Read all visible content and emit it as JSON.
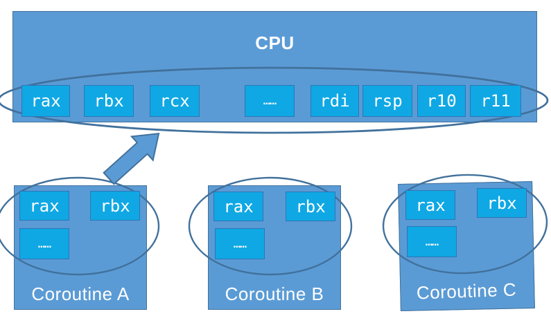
{
  "cpu": {
    "label": "CPU",
    "registers": [
      "rax",
      "rbx",
      "rcx",
      "……",
      "rdi",
      "rsp",
      "r10",
      "r11"
    ]
  },
  "coroutines": [
    {
      "label": "Coroutine A",
      "registers": [
        "rax",
        "rbx",
        "……"
      ]
    },
    {
      "label": "Coroutine B",
      "registers": [
        "rax",
        "rbx",
        "……"
      ]
    },
    {
      "label": "Coroutine C",
      "registers": [
        "rax",
        "rbx",
        "……"
      ]
    }
  ],
  "colors": {
    "container_fill": "#5B9BD5",
    "container_border": "#41719C",
    "register_fill": "#0FA8E4",
    "register_border": "#2E75B6",
    "ellipse_stroke": "#41719C",
    "label_text": "#FFFFFF"
  }
}
